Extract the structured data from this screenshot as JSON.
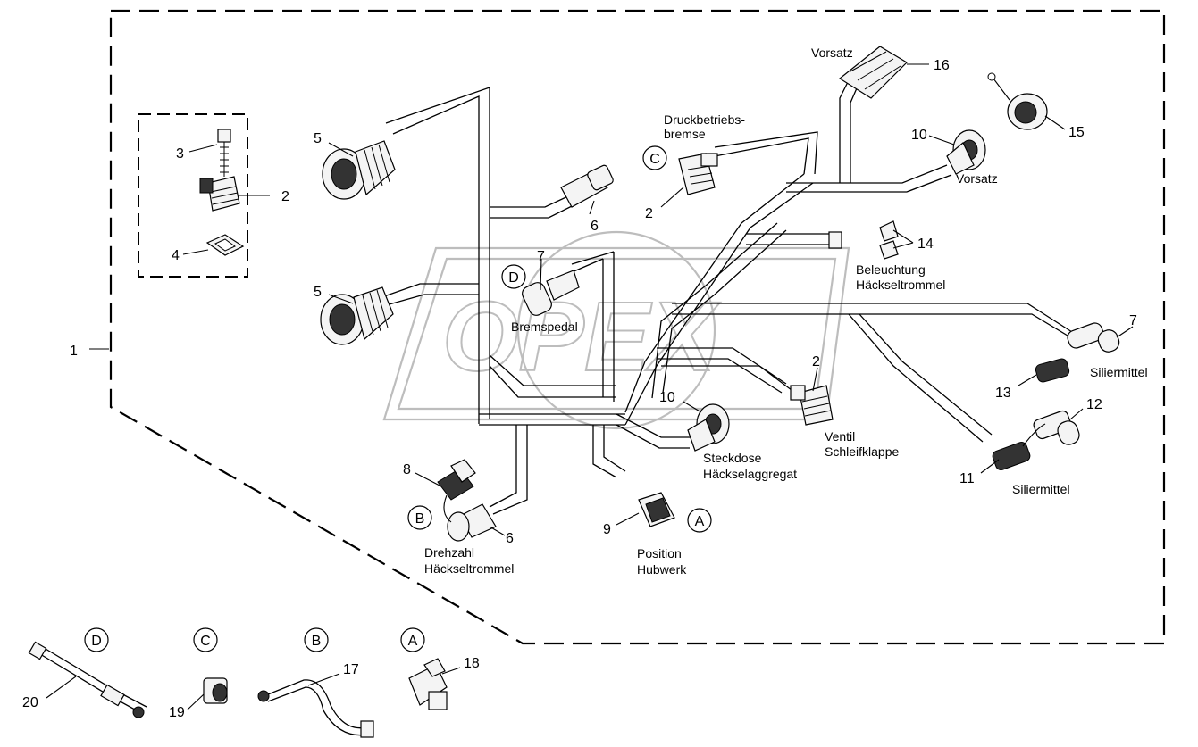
{
  "watermark": "OPEX",
  "labels": {
    "druck1": "Druckbetriebs-",
    "druck2": "bremse",
    "vorsatz_top": "Vorsatz",
    "vorsatz_right": "Vorsatz",
    "bel1": "Beleuchtung",
    "bel2": "Häckseltrommel",
    "bremspedal": "Bremspedal",
    "silier1": "Siliermittel",
    "silier2": "Siliermittel",
    "ventil1": "Ventil",
    "ventil2": "Schleifklappe",
    "steck1": "Steckdose",
    "steck2": "Häckselaggregat",
    "drehzahl1": "Drehzahl",
    "drehzahl2": "Häckseltrommel",
    "pos1": "Position",
    "pos2": "Hubwerk"
  },
  "numbers": {
    "n1": "1",
    "n2a": "2",
    "n2b": "2",
    "n2c": "2",
    "n3": "3",
    "n4": "4",
    "n5a": "5",
    "n5b": "5",
    "n6a": "6",
    "n6b": "6",
    "n7a": "7",
    "n7b": "7",
    "n8": "8",
    "n9": "9",
    "n10a": "10",
    "n10b": "10",
    "n11": "11",
    "n12": "12",
    "n13": "13",
    "n14": "14",
    "n15": "15",
    "n16": "16",
    "n17": "17",
    "n18": "18",
    "n19": "19",
    "n20": "20"
  },
  "circles": {
    "c_top": "C",
    "d_mid": "D",
    "b_mid": "B",
    "a_mid": "A",
    "d_bot": "D",
    "c_bot": "C",
    "b_bot": "B",
    "a_bot": "A"
  }
}
